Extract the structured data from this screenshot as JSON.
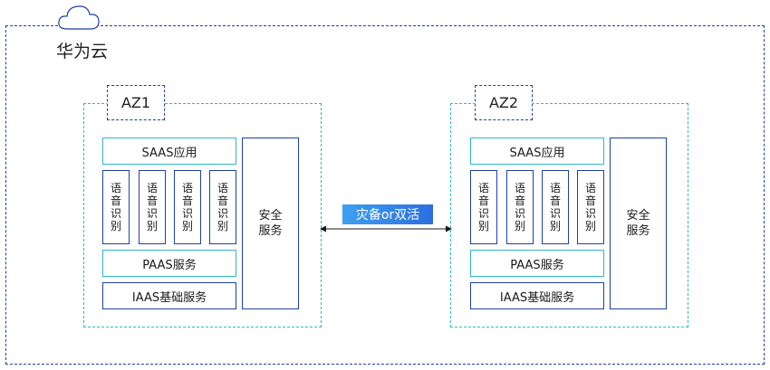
{
  "cloud": {
    "title": "华为云",
    "icon": "cloud-icon"
  },
  "zones": [
    {
      "name": "AZ1",
      "saas": "SAAS应用",
      "modules": [
        "语音识别",
        "语音识别",
        "语音识别",
        "语音识别"
      ],
      "paas": "PAAS服务",
      "iaas": "IAAS基础服务",
      "security": "安全服务"
    },
    {
      "name": "AZ2",
      "saas": "SAAS应用",
      "modules": [
        "语音识别",
        "语音识别",
        "语音识别",
        "语音识别"
      ],
      "paas": "PAAS服务",
      "iaas": "IAAS基础服务",
      "security": "安全服务"
    }
  ],
  "link": {
    "label": "灾备or双活"
  },
  "colors": {
    "frame": "#1f3fa8",
    "zone": "#30b6c9",
    "label_bg": "#2c6ee0"
  }
}
